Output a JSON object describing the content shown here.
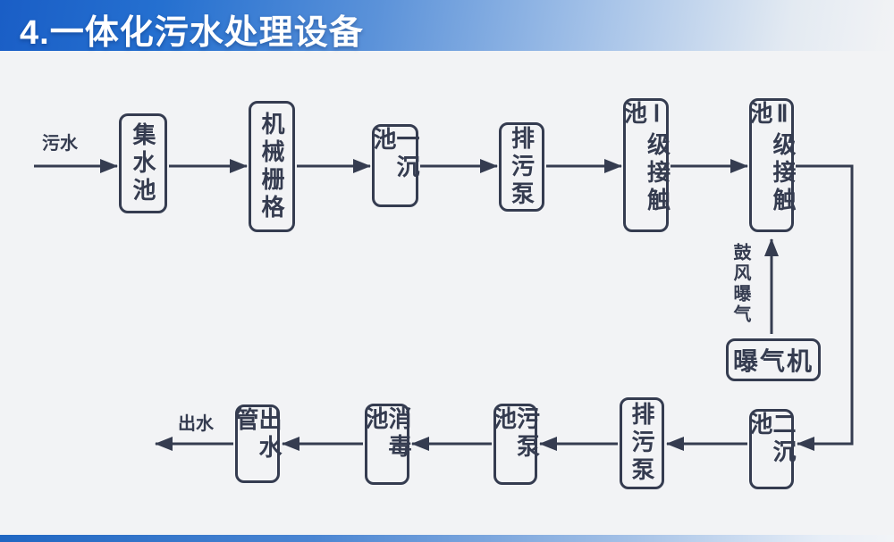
{
  "header": {
    "title": "4.一体化污水处理设备"
  },
  "colors": {
    "banner_blue": "#1a5ec6",
    "line_and_text": "#353c50",
    "background": "#f2f3f5",
    "title_text": "#ffffff"
  },
  "flow": {
    "input_label": "污水",
    "output_label": "出水",
    "aeration_label": "鼓风曝气",
    "nodes": {
      "collection_tank": "集水池",
      "mechanical_grid": "机械栅格",
      "primary_sedimentation_tank": "一沉池",
      "sewage_pump_top": "排污泵",
      "level1_contact_tank": "Ⅰ级接触池",
      "level2_contact_tank": "Ⅱ级接触池",
      "aerator": "曝气机",
      "secondary_sedimentation_tank": "二沉池",
      "sewage_pump_bottom": "排污泵",
      "sewage_pump_tank": "污泵池",
      "disinfection_tank": "消毒池",
      "outlet_pipe": "出水管"
    }
  }
}
